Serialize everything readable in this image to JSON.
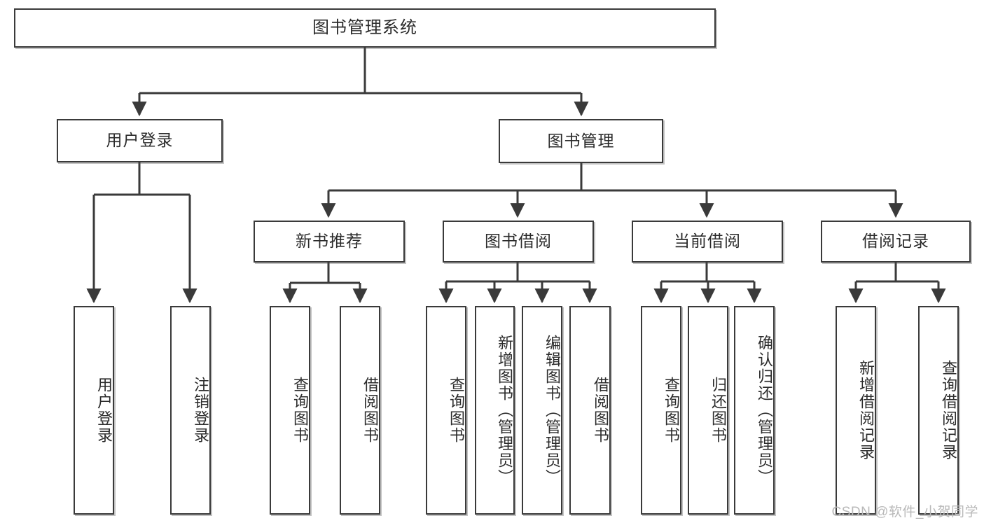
{
  "diagram": {
    "title": "图书管理系统",
    "type": "hierarchy-tree",
    "watermark": "CSDN @软件_小贺同学",
    "colors": {
      "box_border": "#3a3a3a",
      "box_fill": "#ffffff",
      "text": "#2b2b2b",
      "edge": "#3a3a3a",
      "watermark": "#b9b9b9"
    },
    "levels": {
      "level1": [
        {
          "label": "图书管理系统"
        }
      ],
      "level2": [
        {
          "label": "用户登录"
        },
        {
          "label": "图书管理"
        }
      ],
      "level3": [
        {
          "label": "新书推荐"
        },
        {
          "label": "图书借阅"
        },
        {
          "label": "当前借阅"
        },
        {
          "label": "借阅记录"
        }
      ],
      "level4": [
        {
          "label": "用户登录",
          "parent": "用户登录"
        },
        {
          "label": "注销登录",
          "parent": "用户登录"
        },
        {
          "label": "查询图书",
          "parent": "新书推荐"
        },
        {
          "label": "借阅图书",
          "parent": "新书推荐"
        },
        {
          "label": "查询图书",
          "parent": "图书借阅"
        },
        {
          "label": "新增图书（管理员）",
          "parent": "图书借阅"
        },
        {
          "label": "编辑图书（管理员）",
          "parent": "图书借阅"
        },
        {
          "label": "借阅图书",
          "parent": "图书借阅"
        },
        {
          "label": "查询图书",
          "parent": "当前借阅"
        },
        {
          "label": "归还图书",
          "parent": "当前借阅"
        },
        {
          "label": "确认归还（管理员）",
          "parent": "当前借阅"
        },
        {
          "label": "新增借阅记录",
          "parent": "借阅记录"
        },
        {
          "label": "查询借阅记录",
          "parent": "借阅记录"
        }
      ]
    }
  }
}
